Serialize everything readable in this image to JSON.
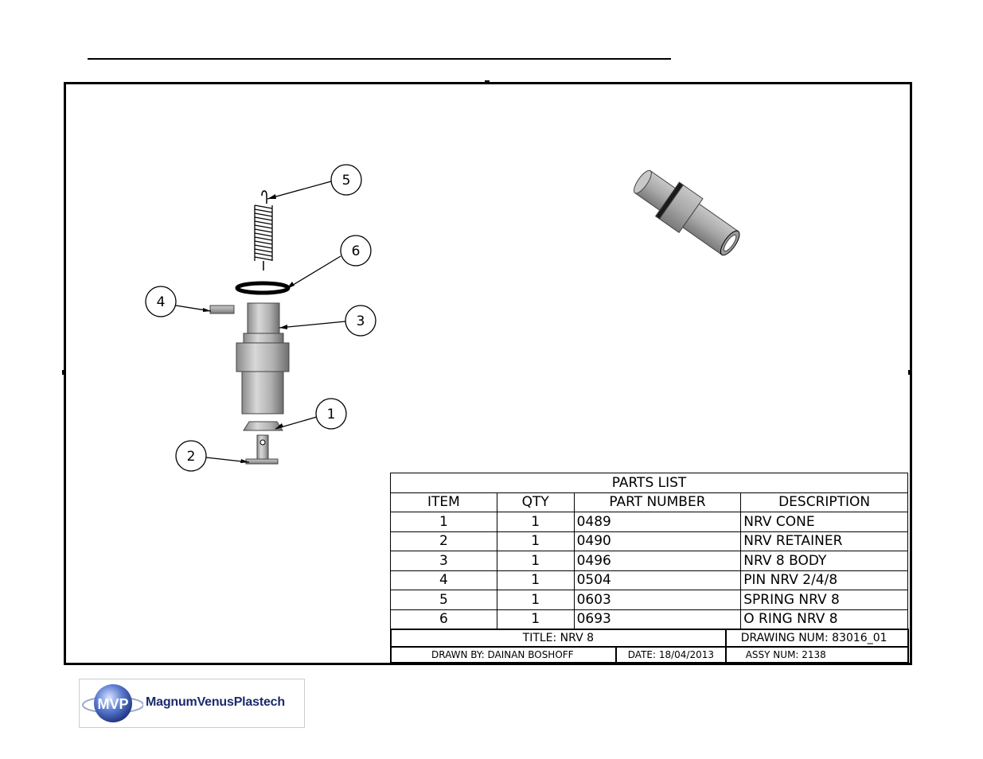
{
  "balloons": [
    "5",
    "6",
    "4",
    "3",
    "1",
    "2"
  ],
  "parts_list": {
    "title": "PARTS LIST",
    "headers": [
      "ITEM",
      "QTY",
      "PART NUMBER",
      "DESCRIPTION"
    ],
    "rows": [
      {
        "item": "1",
        "qty": "1",
        "part": "0489",
        "desc": "NRV CONE"
      },
      {
        "item": "2",
        "qty": "1",
        "part": "0490",
        "desc": "NRV RETAINER"
      },
      {
        "item": "3",
        "qty": "1",
        "part": "0496",
        "desc": "NRV 8 BODY"
      },
      {
        "item": "4",
        "qty": "1",
        "part": "0504",
        "desc": "PIN NRV 2/4/8"
      },
      {
        "item": "5",
        "qty": "1",
        "part": "0603",
        "desc": "SPRING NRV 8"
      },
      {
        "item": "6",
        "qty": "1",
        "part": "0693",
        "desc": "O RING NRV 8"
      }
    ]
  },
  "title_block": {
    "title": "TITLE: NRV 8",
    "drawing_num": "DRAWING NUM: 83016_01",
    "drawn_by": "DRAWN BY: DAINAN BOSHOFF",
    "date": "DATE: 18/04/2013",
    "assy_num": "ASSY NUM: 2138"
  },
  "logo": {
    "badge": "MVP",
    "text": "MagnumVenusPlastech",
    "colors": {
      "badge": "#2a4fa8",
      "text": "#1a2a6e"
    }
  }
}
